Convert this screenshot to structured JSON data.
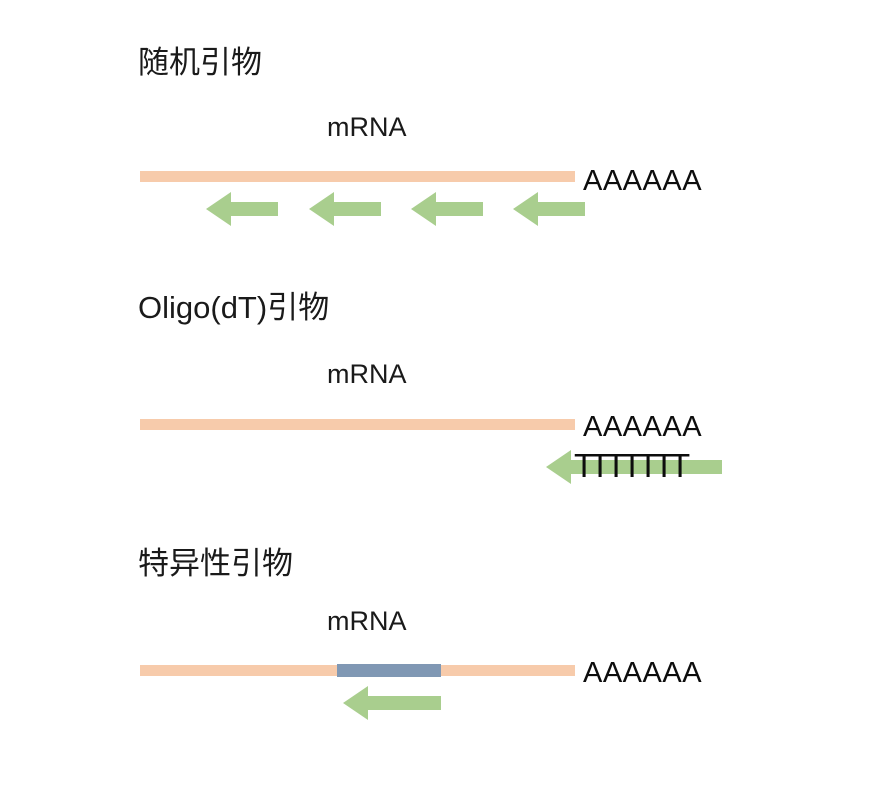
{
  "figure": {
    "title_note": "Three cDNA priming strategies",
    "colors": {
      "mrna_strand": "#f7cbab",
      "primer_arrow": "#a9ce8e",
      "target_region": "#8098b4",
      "text": "#1a1a1a",
      "background": "#ffffff"
    }
  },
  "sections": [
    {
      "id": "random-primer",
      "heading": "随机引物",
      "mrna_label": "mRNA",
      "polya_label": "AAAAAA",
      "primer_count": 4,
      "primer_kind": "random-hexamer-arrows"
    },
    {
      "id": "oligo-dt-primer",
      "heading": "Oligo(dT)引物",
      "mrna_label": "mRNA",
      "polya_label": "AAAAAA",
      "primer_count": 1,
      "primer_kind": "oligo-dt-arrow",
      "primer_sequence": [
        "T",
        "T",
        "T",
        "T",
        "T",
        "T",
        "T"
      ]
    },
    {
      "id": "specific-primer",
      "heading": "特异性引物",
      "mrna_label": "mRNA",
      "polya_label": "AAAAAA",
      "primer_count": 1,
      "primer_kind": "gene-specific-arrow",
      "has_target_region": true
    }
  ]
}
